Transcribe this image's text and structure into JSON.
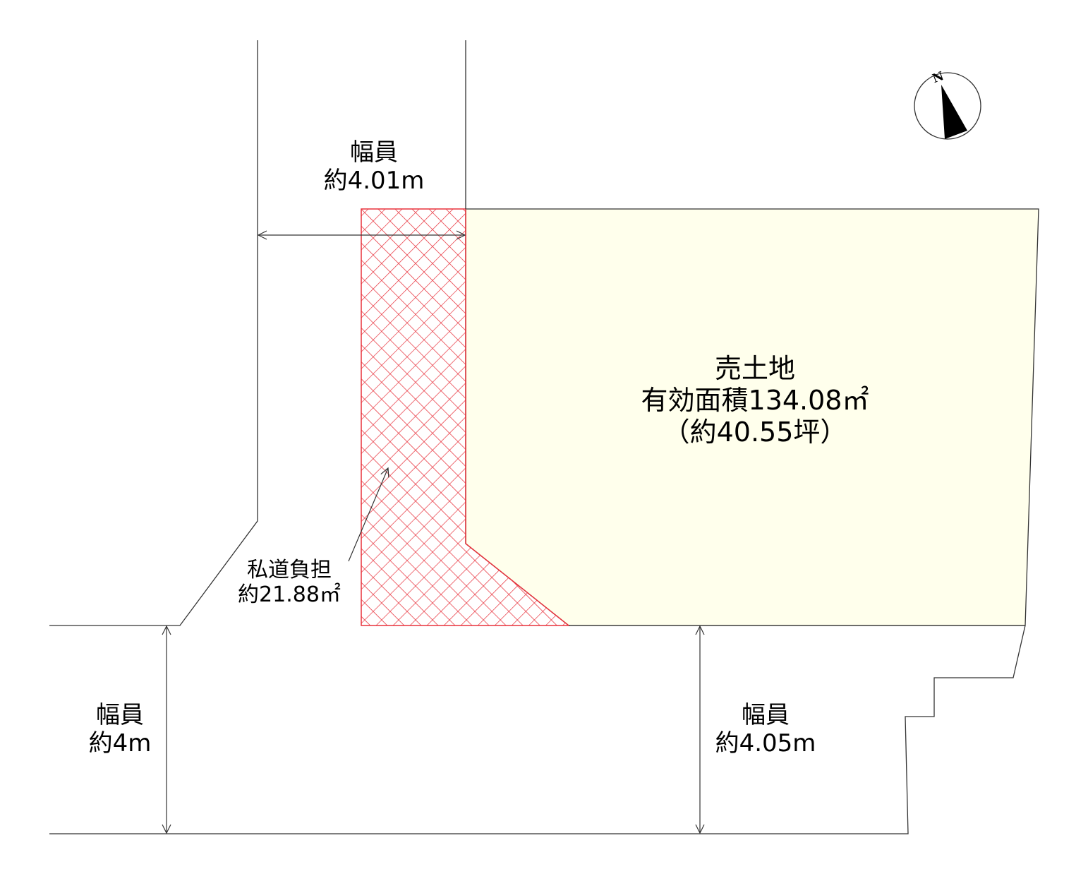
{
  "colors": {
    "lot_fill": "#FFFFEC",
    "hatch": "#E8323C",
    "line": "#333333"
  },
  "lot": {
    "title": "売土地",
    "area_line": "有効面積134.08㎡",
    "tsubo_line": "（約40.55坪）"
  },
  "private_road": {
    "title": "私道負担",
    "area": "約21.88㎡"
  },
  "roads": [
    {
      "id": "north-road",
      "label": "幅員",
      "width": "約4.01m"
    },
    {
      "id": "west-road",
      "label": "幅員",
      "width": "約4m"
    },
    {
      "id": "south-road",
      "label": "幅員",
      "width": "約4.05m"
    }
  ],
  "compass": {
    "label": "N"
  }
}
